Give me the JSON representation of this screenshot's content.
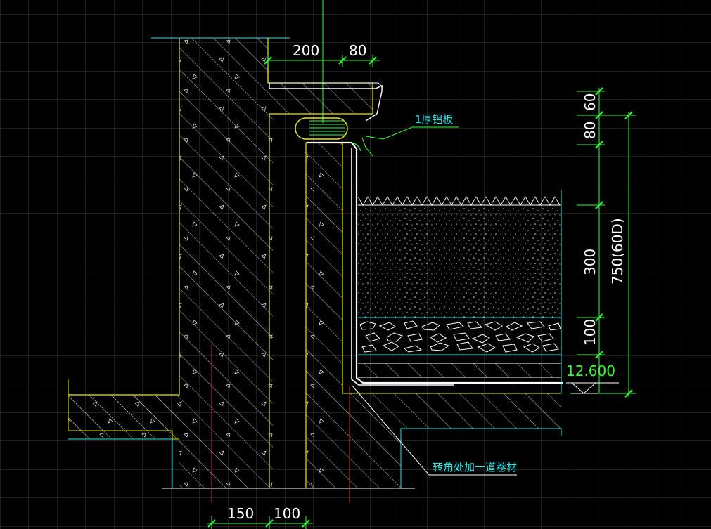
{
  "colors": {
    "background": "#000000",
    "grid": "#3a3a3a",
    "concrete_outline": "#e8e800",
    "hatch": "#d9d9d9",
    "leader": "#22e6e6",
    "dimension": "#33ff33",
    "axis_red": "#ff2020",
    "membrane": "#ffffff"
  },
  "dimensions": {
    "top_200": "200",
    "top_80": "80",
    "right_60": "60",
    "right_80": "80",
    "right_300": "300",
    "right_100": "100",
    "right_750": "750(60D)",
    "bottom_150": "150",
    "bottom_100": "100"
  },
  "annotations": {
    "aluminum_plate": "1厚铝板",
    "corner_membrane": "转角处加一道卷材",
    "elevation": "12.600"
  },
  "icons": {
    "elevation_marker": "elevation-triangle-icon"
  }
}
